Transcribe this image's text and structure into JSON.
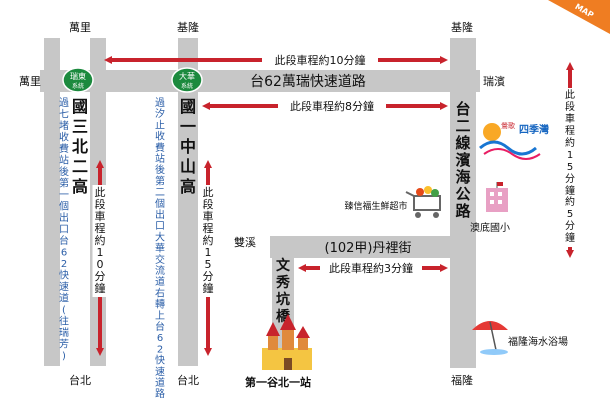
{
  "badge": "MAP",
  "directions": {
    "wanli_top": "萬里",
    "keelung_top_mid": "基隆",
    "keelung_top_right": "基隆",
    "wanli_left": "萬里",
    "ruibin": "瑞濱",
    "shuangxi": "雙溪",
    "taipei_left": "台北",
    "taipei_mid": "台北",
    "fulong": "福隆"
  },
  "roads": {
    "wanrui": "台62萬瑞快速道路",
    "nat3": [
      "國",
      "三",
      "北",
      "二",
      "高"
    ],
    "nat1": [
      "國",
      "一",
      "中",
      "山",
      "高"
    ],
    "coast": [
      "台",
      "二",
      "線",
      "濱",
      "海",
      "公",
      "路"
    ],
    "danli": "(102甲)丹裡街",
    "wenxiu": [
      "文",
      "秀",
      "坑",
      "橋"
    ]
  },
  "interchanges": {
    "ruidong": {
      "line1": "瑞東",
      "line2": "系統"
    },
    "dahua": {
      "line1": "大華",
      "line2": "系統"
    }
  },
  "times": {
    "top": "此段車程約10分鐘",
    "second": "此段車程約8分鐘",
    "left": "此段車程約10分鐘",
    "mid": "此段車程約15分鐘",
    "bottom": "此段車程約3分鐘",
    "right_upper": "此段車程約15分鐘",
    "right_lower": "約5分鐘"
  },
  "notes": {
    "left": "過七堵收費站後第一個出口台62快速道(往瑞芳)",
    "mid": "過汐止收費站後第二個出口大華交流道右轉上台62快速道路"
  },
  "pois": {
    "supermarket": "臻信福生鮮超市",
    "school": "澳底國小",
    "beach": "福隆海水浴場",
    "castle": "第一谷北一站",
    "logo_small": "鶯歌",
    "logo_big": "四季灣"
  },
  "colors": {
    "road": "#c7c7c7",
    "arrow": "#c8232c",
    "badge": "#ef7d22",
    "note": "#2c5fa8",
    "interchange": "#1c8a3e"
  }
}
